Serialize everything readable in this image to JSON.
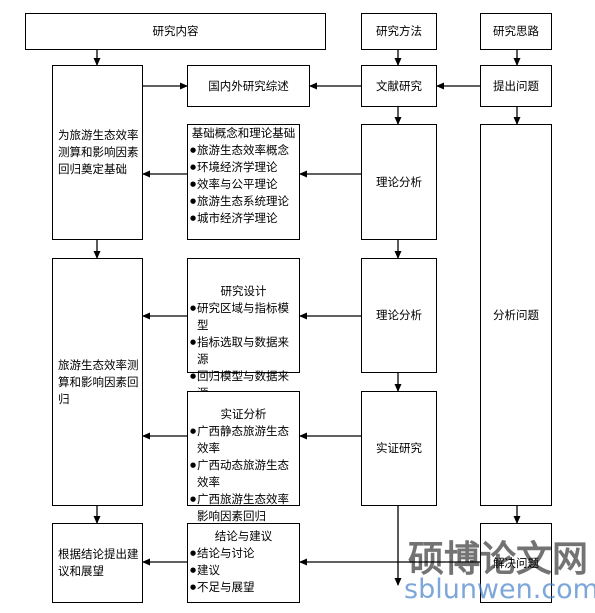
{
  "headers": {
    "content": "研究内容",
    "method": "研究方法",
    "thinking": "研究思路"
  },
  "left": {
    "foundation": "为旅游生态效率测算和影响因素回归奠定基础",
    "measure": "旅游生态效率测算和影响因素回归",
    "suggest": "根据结论提出建议和展望"
  },
  "middle": {
    "review": "国内外研究综述",
    "theory": {
      "title": "基础概念和理论基础",
      "items": [
        "旅游生态效率概念",
        "环境经济学理论",
        "效率与公平理论",
        "旅游生态系统理论",
        "城市经济学理论"
      ]
    },
    "design": {
      "title": "研究设计",
      "items": [
        "研究区域与指标模型",
        "指标选取与数据来源",
        "回归模型与数据来源"
      ]
    },
    "empirical": {
      "title": "实证分析",
      "items": [
        "广西静态旅游生态效率",
        "广西动态旅游生态效率",
        "广西旅游生态效率影响因素回归"
      ]
    },
    "conclusion": {
      "title": "结论与建议",
      "items": [
        "结论与讨论",
        "建议",
        "不足与展望"
      ]
    }
  },
  "methods": {
    "literature": "文献研究",
    "theory1": "理论分析",
    "theory2": "理论分析",
    "empirical": "实证研究"
  },
  "thinking": {
    "raise": "提出问题",
    "analyze": "分析问题",
    "solve": "解决问题"
  },
  "watermark": {
    "cn": "硕博论文网",
    "url": "sblunwen.com"
  }
}
